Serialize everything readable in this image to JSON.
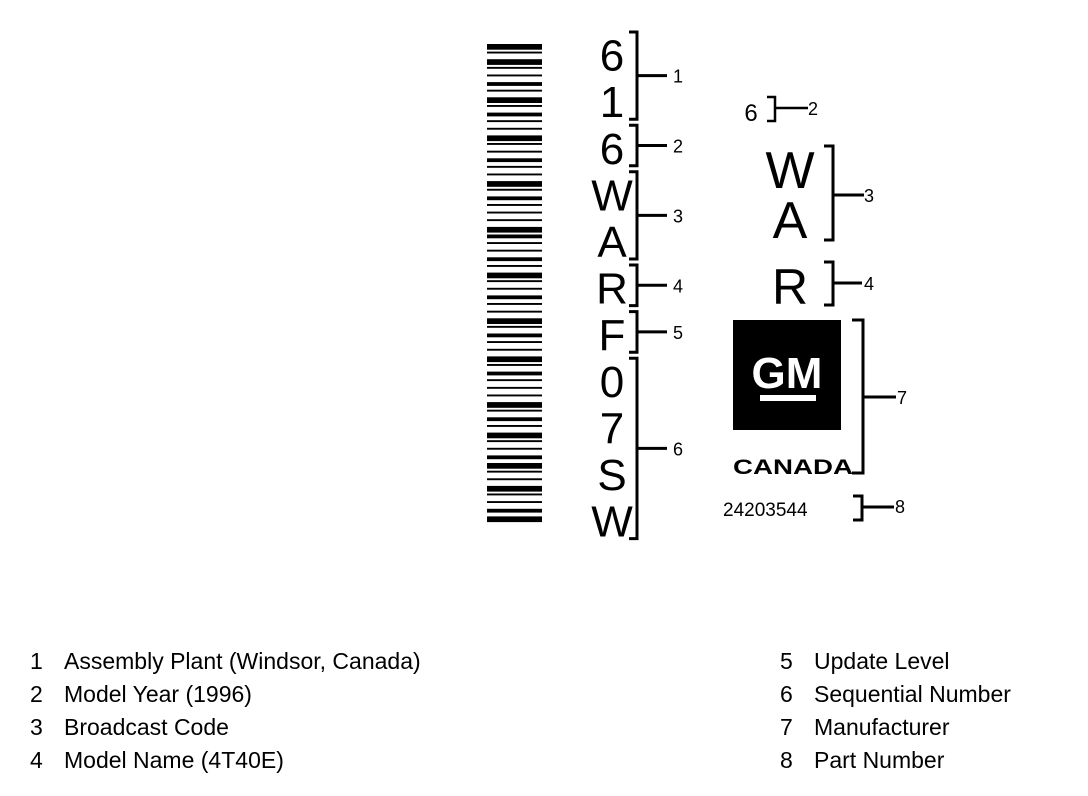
{
  "barcode": {
    "bars": [
      3,
      1,
      3,
      1,
      1,
      2,
      1,
      3,
      1,
      2,
      1,
      1,
      3,
      1,
      1,
      2,
      1,
      1,
      3,
      1,
      2,
      1,
      1,
      1,
      3,
      2,
      1,
      1,
      2,
      1,
      3,
      1,
      1,
      2,
      1,
      1,
      3,
      1,
      2,
      1,
      1,
      3,
      1,
      2,
      1,
      1,
      1,
      3,
      1,
      2,
      1,
      3,
      1,
      1,
      2,
      3,
      1,
      1,
      3,
      1,
      1,
      2,
      3
    ]
  },
  "vertical_code": {
    "characters": [
      "6",
      "1",
      "6",
      "W",
      "A",
      "R",
      "F",
      "0",
      "7",
      "S",
      "W"
    ],
    "groups": [
      {
        "label": "1",
        "first": 0,
        "last": 1
      },
      {
        "label": "2",
        "first": 2,
        "last": 2
      },
      {
        "label": "3",
        "first": 3,
        "last": 4
      },
      {
        "label": "4",
        "first": 5,
        "last": 5
      },
      {
        "label": "5",
        "first": 6,
        "last": 6
      },
      {
        "label": "6",
        "first": 7,
        "last": 10
      }
    ]
  },
  "label_panel": {
    "year_digit": "6",
    "broadcast_letters": [
      "W",
      "A"
    ],
    "model_letter": "R",
    "logo_text": "GM",
    "country": "CANADA",
    "part_number": "24203544",
    "callouts": {
      "year": "2",
      "broadcast": "3",
      "model": "4",
      "manufacturer": "7",
      "part": "8"
    }
  },
  "legend": {
    "left": [
      {
        "num": "1",
        "text": "Assembly Plant (Windsor, Canada)"
      },
      {
        "num": "2",
        "text": "Model Year (1996)"
      },
      {
        "num": "3",
        "text": "Broadcast Code"
      },
      {
        "num": "4",
        "text": "Model Name (4T40E)"
      }
    ],
    "right": [
      {
        "num": "5",
        "text": "Update Level"
      },
      {
        "num": "6",
        "text": "Sequential Number"
      },
      {
        "num": "7",
        "text": "Manufacturer"
      },
      {
        "num": "8",
        "text": "Part Number"
      }
    ]
  },
  "colors": {
    "ink": "#000000",
    "background": "#ffffff"
  }
}
